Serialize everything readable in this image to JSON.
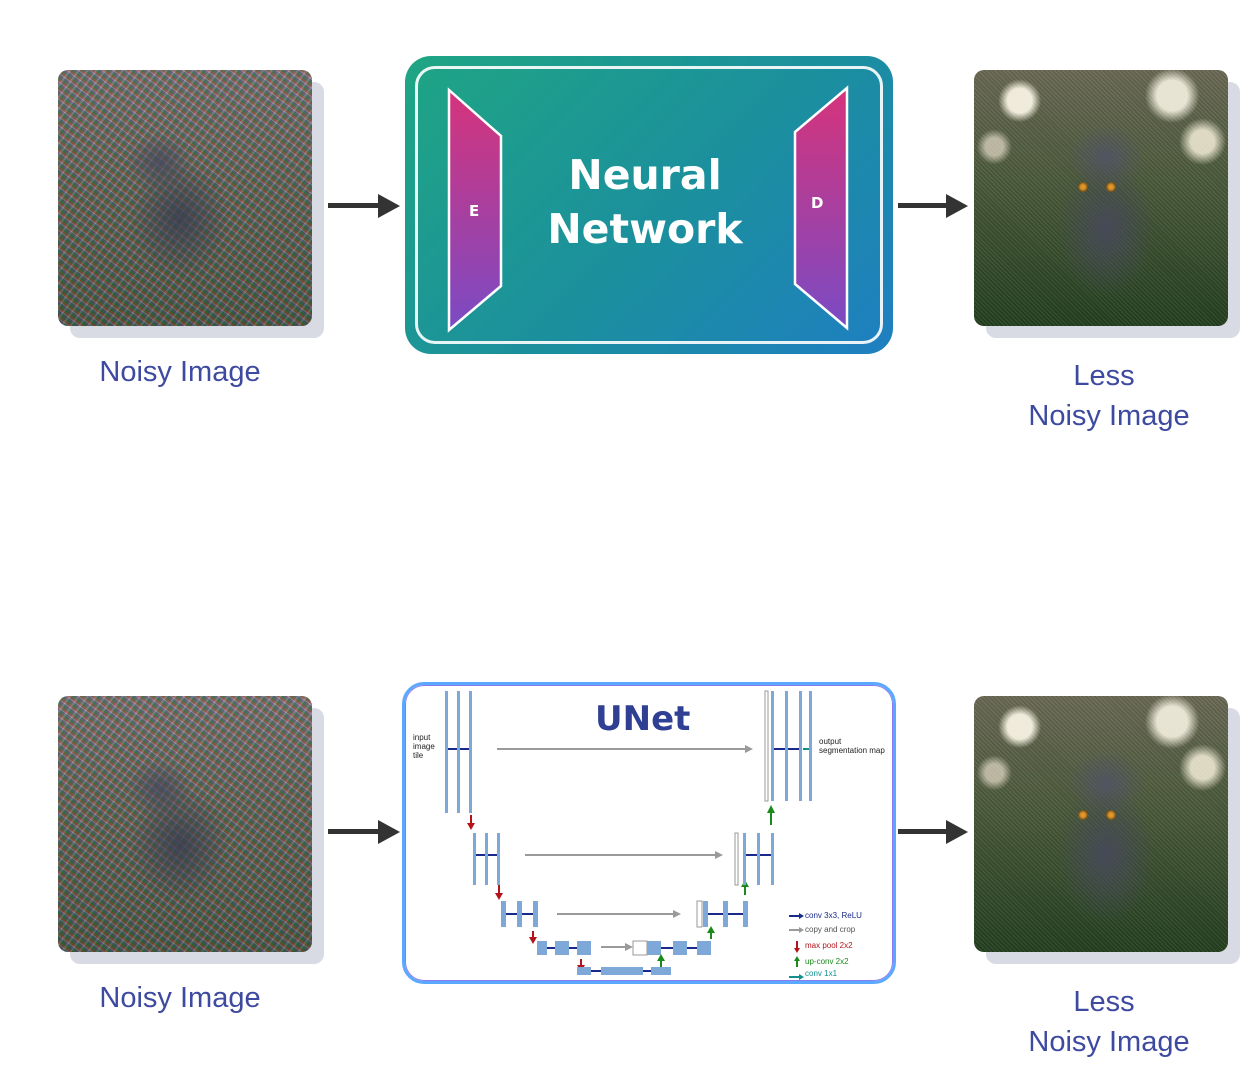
{
  "top_row": {
    "input_label": "Noisy Image",
    "network": {
      "title_line1": "Neural",
      "title_line2": "Network",
      "encoder_letter": "E",
      "decoder_letter": "D"
    },
    "output_label_line1": "Less",
    "output_label_line2": "Noisy Image"
  },
  "bottom_row": {
    "input_label": "Noisy Image",
    "network": {
      "title": "UNet",
      "input_text": "input image tile",
      "output_text": "output segmentation map",
      "legend": [
        {
          "label": "conv 3x3, ReLU",
          "color": "#1a2a8c"
        },
        {
          "label": "copy and crop",
          "color": "#9a9a9a"
        },
        {
          "label": "max pool 2x2",
          "color": "#b3141b"
        },
        {
          "label": "up-conv 2x2",
          "color": "#1a8a1a"
        },
        {
          "label": "conv 1x1",
          "color": "#11908f"
        }
      ]
    },
    "output_label_line1": "Less",
    "output_label_line2": "Noisy Image"
  },
  "colors": {
    "caption": "#3d4aa0",
    "arrow": "#333333",
    "nn_gradient_start": "#1fa583",
    "nn_gradient_end": "#1f7fc2",
    "trapezoid_start": "#d6337a",
    "trapezoid_end": "#7a4bc4",
    "unet_border": "#5aa9ff",
    "unet_title": "#2f3f94",
    "unet_block": "#7ea8d8"
  }
}
